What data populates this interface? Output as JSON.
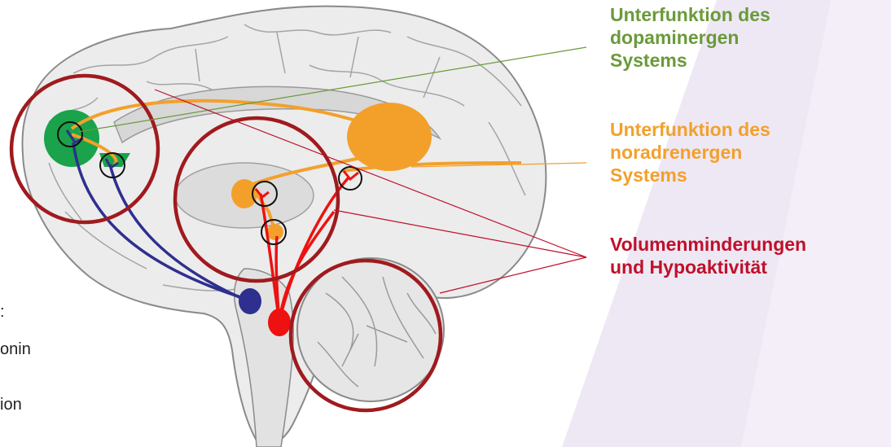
{
  "labels": {
    "dopamine": {
      "lines": [
        "Unterfunktion des",
        "dopaminergen",
        "Systems"
      ],
      "color": "#6a9a3a"
    },
    "noradrenaline": {
      "lines": [
        "Unterfunktion des",
        "noradrenergen",
        "Systems"
      ],
      "color": "#f3a02b"
    },
    "volume": {
      "lines": [
        "Volumenminderungen",
        "und Hypoaktivität"
      ],
      "color": "#c0102a"
    }
  },
  "clipped_text": [
    ":",
    "onin",
    "ion"
  ],
  "colors": {
    "brain_fill": "#ececec",
    "brain_outline": "#8a8a8a",
    "dopamine_green": "#1aa34a",
    "dopamine_leader": "#6a9a3a",
    "noradrenaline_orange": "#f3a02b",
    "serotonin_blue": "#2e2f8f",
    "red_pathway": "#ee1111",
    "highlight_circle": "#a01a1e",
    "background_accent": "#eee8f4"
  },
  "icons": [
    "brain-diagram"
  ]
}
